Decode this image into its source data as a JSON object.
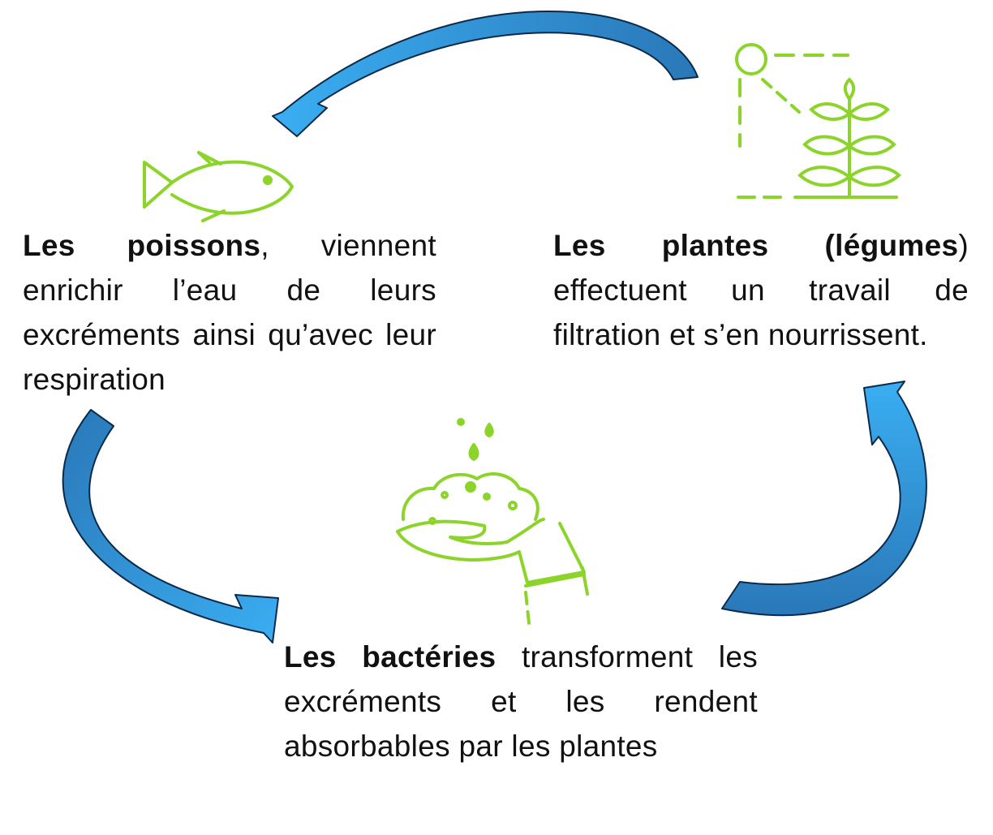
{
  "colors": {
    "arrow_light": "#35aaf0",
    "arrow_dark": "#2a7fc0",
    "arrow_outline": "#0b2a4a",
    "icon_green": "#8cd42a",
    "text": "#111111"
  },
  "nodes": {
    "fish": {
      "icon": "fish-icon",
      "bold": "Les poissons",
      "rest": ", viennent enrichir l’eau de leurs excréments ainsi qu’avec leur respiration"
    },
    "plants": {
      "icon": "plant-growth-icon",
      "bold": "Les plantes (légumes",
      "rest": ") effectuent un travail de filtration et s’en nourrissent."
    },
    "bacteria": {
      "icon": "hand-soil-icon",
      "bold": "Les bactéries",
      "rest": " transforment les excréments et les rendent absorbables par les plantes"
    }
  },
  "arrows": [
    {
      "from": "plants",
      "to": "fish"
    },
    {
      "from": "fish",
      "to": "bacteria"
    },
    {
      "from": "bacteria",
      "to": "plants"
    }
  ]
}
